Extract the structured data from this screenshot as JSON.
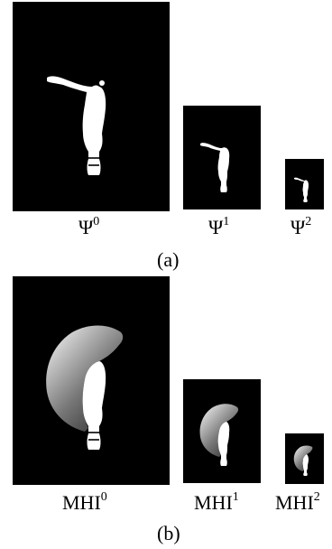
{
  "figure_a": {
    "panels": [
      {
        "label_base": "Ψ",
        "label_sup": "0"
      },
      {
        "label_base": "Ψ",
        "label_sup": "1"
      },
      {
        "label_base": "Ψ",
        "label_sup": "2"
      }
    ],
    "caption": "(a)"
  },
  "figure_b": {
    "panels": [
      {
        "label_base": "MHI",
        "label_sup": "0"
      },
      {
        "label_base": "MHI",
        "label_sup": "1"
      },
      {
        "label_base": "MHI",
        "label_sup": "2"
      }
    ],
    "caption": "(b)"
  },
  "colors": {
    "background": "#000000",
    "silhouette": "#ffffff",
    "page": "#ffffff"
  }
}
